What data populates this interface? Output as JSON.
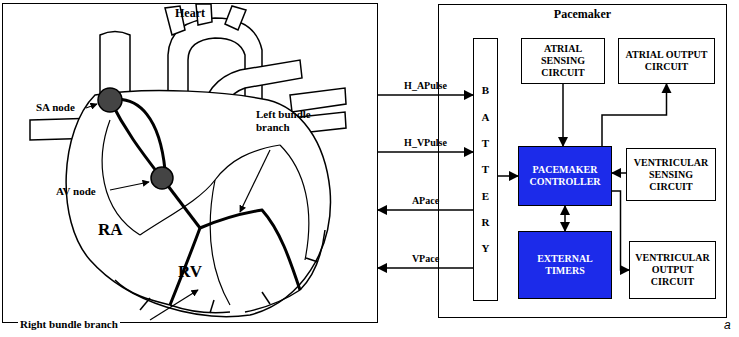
{
  "diagram": {
    "nodes": [
      {
        "text": [
          "Heart"
        ]
      },
      {
        "text": [
          "Pacemaker"
        ]
      },
      {
        "text": [
          "BATTERY"
        ],
        "in": 1
      },
      {
        "text": [
          "ATRIAL SENSING CIRCUIT"
        ],
        "in": 1
      },
      {
        "text": [
          "ATRIAL OUTPUT CIRCUIT"
        ],
        "in": 1
      },
      {
        "text": [
          "PACEMAKER CONTROLLER"
        ],
        "in": 1
      },
      {
        "text": [
          "VENTRICULAR SENSING CIRCUIT"
        ],
        "in": 1
      },
      {
        "text": [
          "EXTERNAL TIMERS"
        ],
        "in": 1
      },
      {
        "text": [
          "VENTRICULAR OUTPUT CIRCUIT"
        ],
        "in": 1
      }
    ],
    "edges": [
      {
        "from": 0,
        "to": 2,
        "label": "H_APulse",
        "arrow": "to"
      },
      {
        "from": 0,
        "to": 2,
        "label": "H_VPulse",
        "arrow": "to"
      },
      {
        "from": 2,
        "to": 0,
        "label": "APace",
        "arrow": "to"
      },
      {
        "from": 2,
        "to": 0,
        "label": "VPace",
        "arrow": "to"
      },
      {
        "from": 3,
        "to": 5,
        "arrow": "to"
      },
      {
        "from": 5,
        "to": 4,
        "arrow": "to"
      },
      {
        "from": 6,
        "to": 5,
        "arrow": "to"
      },
      {
        "from": 5,
        "to": 7,
        "arrow": "both"
      },
      {
        "from": 5,
        "to": 8,
        "arrow": "to"
      },
      {
        "from": 2,
        "to": 5,
        "arrow": "to"
      }
    ],
    "labels": [
      "SA node",
      "AV node",
      "Left bundle branch",
      "RA",
      "RV",
      "Right bundle branch",
      "a"
    ]
  }
}
